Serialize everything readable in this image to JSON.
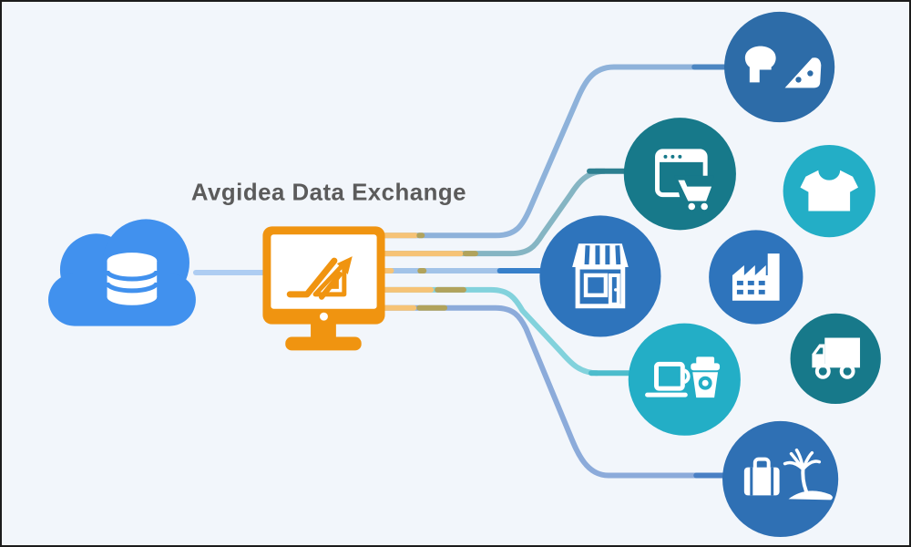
{
  "title": "Avgidea Data Exchange",
  "colors": {
    "background": "#f2f6fb",
    "border": "#1c1c1c",
    "title_text": "#5b5b5b",
    "cloud": "#4191ee",
    "cloud_link": "#aecdf2",
    "monitor": "#f09410",
    "logo": "#f09410",
    "line_start_orange": "#f6c376",
    "line_dash_olive": "#b1a35c"
  },
  "source": {
    "label": "cloud-database",
    "icon": "database-icon"
  },
  "hub": {
    "label": "avgidea-data-exchange",
    "icon": "monitor-icon"
  },
  "nodes": {
    "bakery": {
      "icon": "bread-cheese-icon",
      "circle_color": "#2d6ca8",
      "line_color": "#8eb2da",
      "line_end_color": "#4c86c2",
      "connected": true
    },
    "ecommerce": {
      "icon": "browser-cart-icon",
      "circle_color": "#17798a",
      "line_color": "#85b5c3",
      "line_end_color": "#2d7f90",
      "connected": true
    },
    "store": {
      "icon": "storefront-icon",
      "circle_color": "#2e74bc",
      "line_color": "#a2c3e8",
      "line_end_color": "#3780ca",
      "connected": true
    },
    "apparel": {
      "icon": "tshirt-icon",
      "circle_color": "#23aec6",
      "connected": false
    },
    "factory": {
      "icon": "factory-icon",
      "circle_color": "#2e74bc",
      "connected": false
    },
    "coffee": {
      "icon": "coffee-cups-icon",
      "circle_color": "#23aec6",
      "line_color": "#82d2dc",
      "line_end_color": "#4cbccc",
      "connected": true
    },
    "logistics": {
      "icon": "truck-icon",
      "circle_color": "#17798a",
      "connected": false
    },
    "travel": {
      "icon": "suitcase-palm-icon",
      "circle_color": "#2f70b4",
      "line_color": "#8cabda",
      "line_end_color": "#4a80c4",
      "connected": true
    }
  }
}
